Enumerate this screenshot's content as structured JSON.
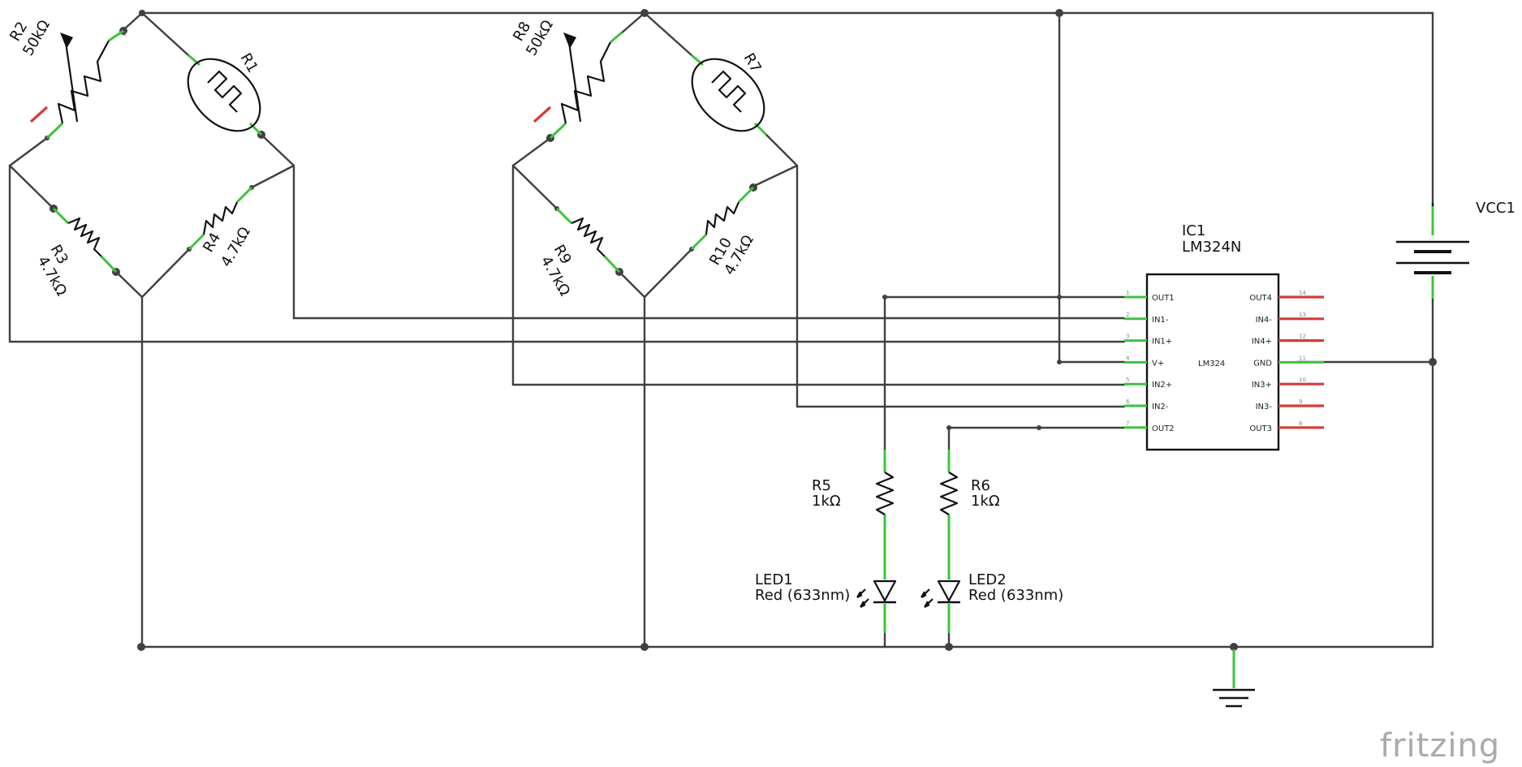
{
  "components": {
    "R1": {
      "name": "R1"
    },
    "R2": {
      "name": "R2",
      "value": "50kΩ"
    },
    "R3": {
      "name": "R3",
      "value": "4.7kΩ"
    },
    "R4": {
      "name": "R4",
      "value": "4.7kΩ"
    },
    "R5": {
      "name": "R5",
      "value": "1kΩ"
    },
    "R6": {
      "name": "R6",
      "value": "1kΩ"
    },
    "R7": {
      "name": "R7"
    },
    "R8": {
      "name": "R8",
      "value": "50kΩ"
    },
    "R9": {
      "name": "R9",
      "value": "4.7kΩ"
    },
    "R10": {
      "name": "R10",
      "value": "4.7kΩ"
    },
    "LED1": {
      "name": "LED1",
      "value": "Red (633nm)"
    },
    "LED2": {
      "name": "LED2",
      "value": "Red (633nm)"
    },
    "VCC1": {
      "name": "VCC1"
    },
    "IC1": {
      "name": "IC1",
      "part": "LM324N",
      "body_label": "LM324",
      "left_pins": [
        {
          "num": "1",
          "label": "OUT1"
        },
        {
          "num": "2",
          "label": "IN1-"
        },
        {
          "num": "3",
          "label": "IN1+"
        },
        {
          "num": "4",
          "label": "V+"
        },
        {
          "num": "5",
          "label": "IN2+"
        },
        {
          "num": "6",
          "label": "IN2-"
        },
        {
          "num": "7",
          "label": "OUT2"
        }
      ],
      "right_pins": [
        {
          "num": "14",
          "label": "OUT4"
        },
        {
          "num": "13",
          "label": "IN4-"
        },
        {
          "num": "12",
          "label": "IN4+"
        },
        {
          "num": "11",
          "label": "GND"
        },
        {
          "num": "10",
          "label": "IN3+"
        },
        {
          "num": "9",
          "label": "IN3-"
        },
        {
          "num": "8",
          "label": "OUT3"
        }
      ]
    }
  },
  "pin_numbers": {
    "one": "1",
    "two": "2"
  },
  "brand": "fritzing",
  "colors": {
    "wire": "#404040",
    "pin_connected": "#3cc43c",
    "pin_unconnected": "#d63a3a"
  }
}
